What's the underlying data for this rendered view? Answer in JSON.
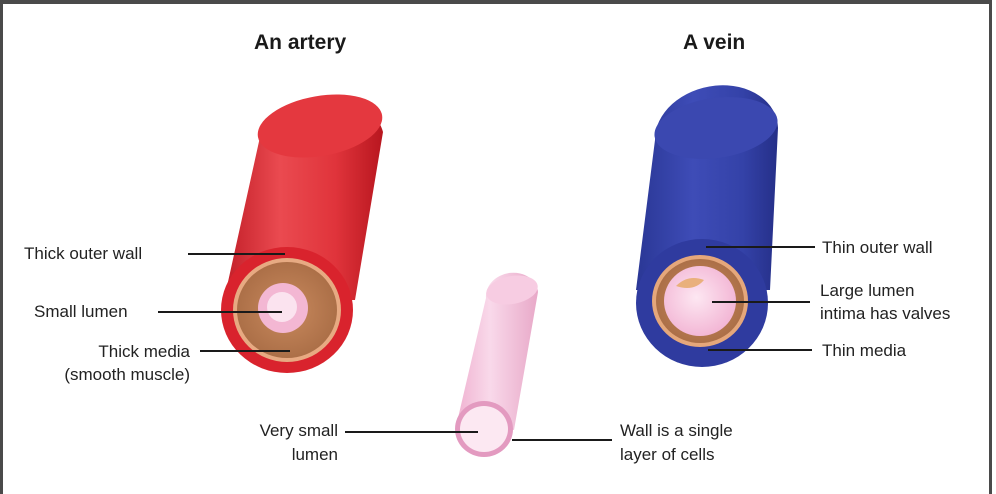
{
  "titles": {
    "artery": "An artery",
    "vein": "A vein"
  },
  "artery_labels": {
    "outer_wall": "Thick outer wall",
    "lumen": "Small lumen",
    "media_line1": "Thick media",
    "media_line2": "(smooth muscle)"
  },
  "vein_labels": {
    "outer_wall": "Thin outer wall",
    "lumen_line1": "Large lumen",
    "lumen_line2": "intima has valves",
    "media": "Thin media"
  },
  "capillary_labels": {
    "lumen_line1": "Very small",
    "lumen_line2": "lumen",
    "wall_line1": "Wall is a single",
    "wall_line2": "layer of cells"
  },
  "colors": {
    "artery": "#e23b41",
    "vein": "#3340a8",
    "media": "#b47a52",
    "capillary": "#f4c3dc",
    "frame": "#4a4a4a"
  }
}
